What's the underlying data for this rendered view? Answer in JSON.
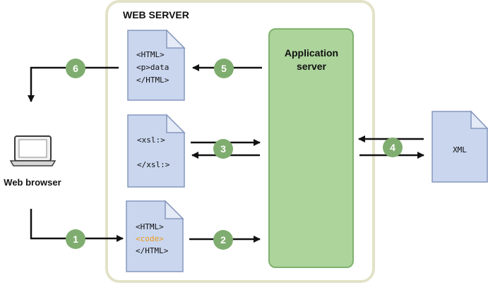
{
  "web_server": {
    "title": "WEB SERVER"
  },
  "app_server": {
    "line1": "Application",
    "line2": "server"
  },
  "browser": {
    "label": "Web browser",
    "icon": "laptop-icon"
  },
  "documents": {
    "output": {
      "lines": [
        "<HTML>",
        "<p>data",
        "</HTML>"
      ]
    },
    "xsl": {
      "lines": [
        "<xsl:>",
        "</xsl:>"
      ]
    },
    "template": {
      "lines": [
        "<HTML>",
        "<code>",
        "</HTML>"
      ],
      "highlight_line": 1
    },
    "xml": {
      "label": "XML"
    }
  },
  "steps": [
    "1",
    "2",
    "3",
    "4",
    "5",
    "6"
  ],
  "colors": {
    "server_border": "#e3e2c8",
    "server_fill": "#ffffff",
    "app_fill": "#acd49b",
    "app_border": "#7fb26e",
    "doc_fill": "#c9d6ee",
    "doc_border": "#8597bd",
    "doc_fold": "#e4eaf6",
    "step_fill": "#7fad6f",
    "code_highlight": "#ef9a1c",
    "arrow": "#111111"
  }
}
